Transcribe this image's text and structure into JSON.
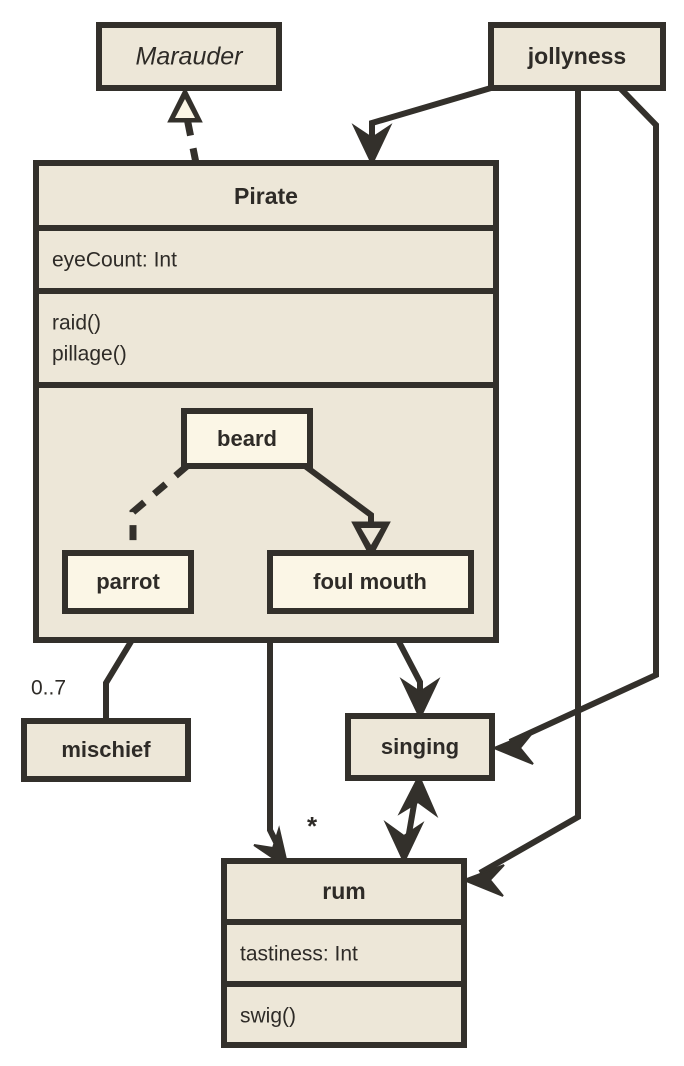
{
  "diagram": {
    "kind": "uml-class-diagram",
    "colors": {
      "stroke": "#33302B",
      "outer_fill": "#EDE7D8",
      "inner_fill": "#FBF6E6",
      "text": "#2E2B27",
      "background": "#FFFFFF"
    }
  },
  "classes": {
    "marauder": {
      "name": "Marauder",
      "abstract": true
    },
    "jollyness": {
      "name": "jollyness"
    },
    "pirate": {
      "name": "Pirate",
      "attributes": [
        "eyeCount: Int"
      ],
      "methods": [
        "raid()",
        "pillage()"
      ],
      "nested": [
        "beard",
        "parrot",
        "foul mouth"
      ]
    },
    "beard": {
      "name": "beard"
    },
    "parrot": {
      "name": "parrot"
    },
    "foul_mouth": {
      "name": "foul mouth"
    },
    "mischief": {
      "name": "mischief"
    },
    "singing": {
      "name": "singing"
    },
    "rum": {
      "name": "rum",
      "attributes": [
        "tastiness: Int"
      ],
      "methods": [
        "swig()"
      ]
    }
  },
  "labels": {
    "mischief_multiplicity": "0..7",
    "rum_multiplicity": "*"
  },
  "relations": [
    {
      "from": "pirate",
      "to": "marauder",
      "style": "dashed",
      "arrow": "hollow-triangle",
      "meaning": "realization"
    },
    {
      "from": "jollyness",
      "to": "pirate",
      "style": "solid",
      "arrow": "open-arrow"
    },
    {
      "from": "jollyness",
      "to": "singing",
      "style": "solid",
      "arrow": "open-arrow"
    },
    {
      "from": "jollyness",
      "to": "rum",
      "style": "solid",
      "arrow": "open-arrow"
    },
    {
      "from": "beard",
      "to": "parrot",
      "style": "dashed",
      "arrow": "none"
    },
    {
      "from": "beard",
      "to": "foul_mouth",
      "style": "solid",
      "arrow": "hollow-triangle"
    },
    {
      "from": "pirate",
      "to": "mischief",
      "style": "solid",
      "arrow": "none",
      "label": "0..7"
    },
    {
      "from": "pirate",
      "to": "rum",
      "style": "solid",
      "arrow": "open-arrow",
      "label": "*"
    },
    {
      "from": "pirate",
      "to": "singing",
      "style": "solid",
      "arrow": "open-arrow"
    },
    {
      "from": "singing",
      "to": "rum",
      "style": "solid",
      "arrow": "bidirectional"
    }
  ]
}
